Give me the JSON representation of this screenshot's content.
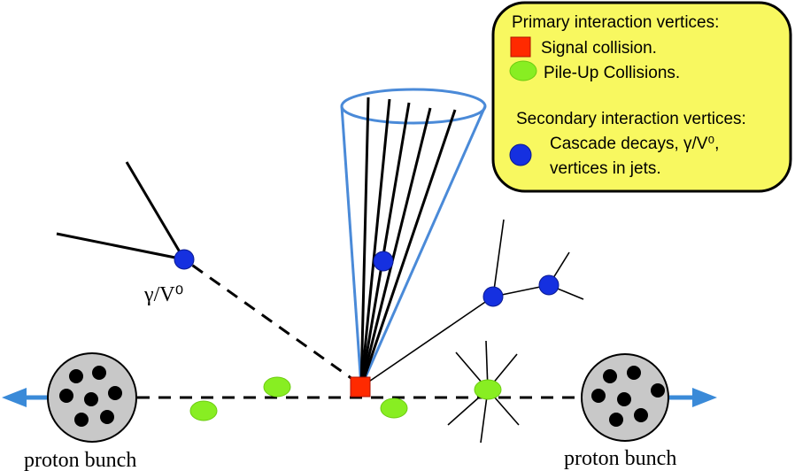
{
  "legend": {
    "primary_heading": "Primary interaction vertices:",
    "signal_label": "Signal collision.",
    "pileup_label": "Pile-Up Collisions.",
    "secondary_heading": "Secondary interaction vertices:",
    "cascade_label_line1": "Cascade decays, γ/V⁰,",
    "cascade_label_line2": "vertices in jets."
  },
  "labels": {
    "gamma_v0": "γ/V⁰",
    "proton_bunch_left": "proton bunch",
    "proton_bunch_right": "proton bunch"
  },
  "colors": {
    "signal": "#ff2a00",
    "pileup": "#88ee22",
    "secondary": "#1530e0",
    "cone": "#4a8ad8",
    "arrow": "#3a8ad8",
    "bunch": "#c8c8c8",
    "legend_bg": "#f8f860"
  }
}
